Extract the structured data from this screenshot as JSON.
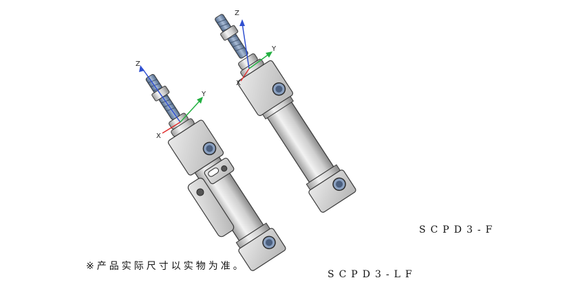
{
  "labels": {
    "model_f": "SCPD3-F",
    "model_lf": "SCPD3-LF"
  },
  "note": "※产品实际尺寸以实物为准。",
  "axes": {
    "z": "Z",
    "y": "Y",
    "x": "X"
  },
  "colors": {
    "body": "#d9d9d9",
    "body_dark": "#a9a9a9",
    "outline": "#3a3a3a",
    "thread": "#6f86a8",
    "axis_x": "#e03030",
    "axis_y": "#22b040",
    "axis_z": "#3050d0"
  }
}
